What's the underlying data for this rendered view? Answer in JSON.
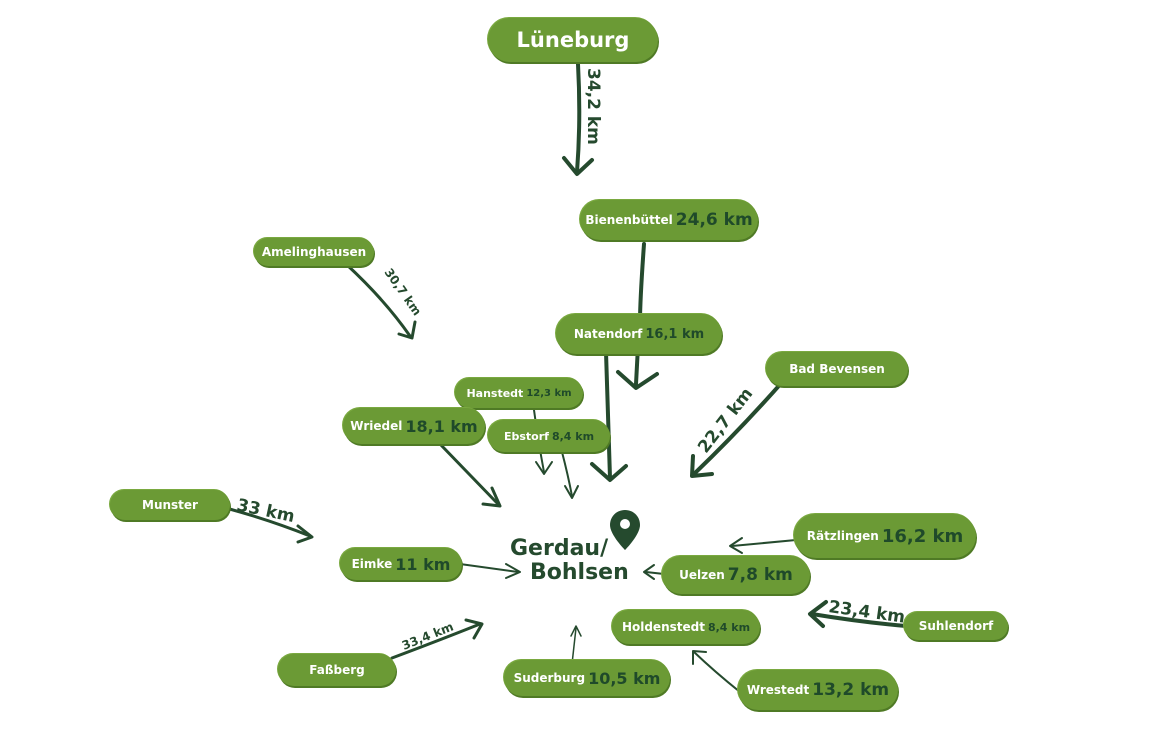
{
  "center": {
    "line1": "Gerdau/",
    "line2": "Bohlsen",
    "marker": "map-pin-icon"
  },
  "colors": {
    "pill": "#6b9a35",
    "text_dark": "#254a2e",
    "text_light": "#ffffff"
  },
  "towns": {
    "lueneburg": {
      "name": "Lüneburg",
      "distance": "34,2 km"
    },
    "bienenbuettel": {
      "name": "Bienenbüttel",
      "distance": "24,6 km"
    },
    "amelinghausen": {
      "name": "Amelinghausen",
      "distance": "30,7 km"
    },
    "natendorf": {
      "name": "Natendorf",
      "distance": "16,1 km"
    },
    "bad_bevensen": {
      "name": "Bad Bevensen",
      "distance": "22,7 km"
    },
    "hanstedt": {
      "name": "Hanstedt",
      "distance": "12,3  km"
    },
    "wriedel": {
      "name": "Wriedel",
      "distance": "18,1 km"
    },
    "ebstorf": {
      "name": "Ebstorf",
      "distance": "8,4 km"
    },
    "munster": {
      "name": "Munster",
      "distance": "33 km"
    },
    "eimke": {
      "name": "Eimke",
      "distance": "11 km"
    },
    "raetzlingen": {
      "name": "Rätzlingen",
      "distance": "16,2 km"
    },
    "uelzen": {
      "name": "Uelzen",
      "distance": "7,8 km"
    },
    "holdenstedt": {
      "name": "Holdenstedt",
      "distance": "8,4 km"
    },
    "suhlendorf": {
      "name": "Suhlendorf",
      "distance": "23,4 km"
    },
    "fassberg": {
      "name": "Faßberg",
      "distance": "33,4 km"
    },
    "suderburg": {
      "name": "Suderburg",
      "distance": "10,5 km"
    },
    "wrestedt": {
      "name": "Wrestedt",
      "distance": "13,2 km"
    }
  }
}
